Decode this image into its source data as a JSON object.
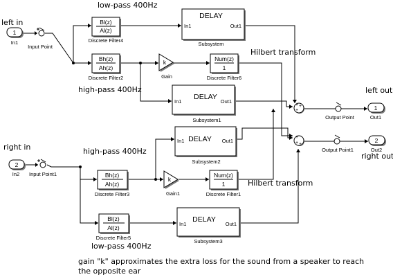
{
  "inports": [
    {
      "num": "1",
      "label": "In1"
    },
    {
      "num": "2",
      "label": "In2"
    }
  ],
  "outports": [
    {
      "num": "1",
      "label": "Out1"
    },
    {
      "num": "2",
      "label": "Out2"
    }
  ],
  "points": {
    "input_point": "Input Point",
    "input_point1": "Input Point1",
    "output_point": "Output Point",
    "output_point1": "Output Point1"
  },
  "filters": {
    "df4": {
      "num": "Bl(z)",
      "den": "Al(z)",
      "label": "Discrete Filter4"
    },
    "df2": {
      "num": "Bh(z)",
      "den": "Ah(z)",
      "label": "Discrete Filter2"
    },
    "df6": {
      "num": "Num(z)",
      "den": "1",
      "label": "Discrete Filter6"
    },
    "df3": {
      "num": "Bh(z)",
      "den": "Ah(z)",
      "label": "Discrete Filter3"
    },
    "df1": {
      "num": "Num(z)",
      "den": "1",
      "label": "Discrete Filter1"
    },
    "df5": {
      "num": "Bl(z)",
      "den": "Al(z)",
      "label": "Discrete Filter5"
    }
  },
  "gains": {
    "gain": {
      "k": "k",
      "label": "Gain"
    },
    "gain1": {
      "k": "k",
      "label": "Gain1"
    }
  },
  "subsystems": {
    "sub": {
      "title": "DELAY",
      "in": "In1",
      "out": "Out1",
      "label": "Subsystem"
    },
    "sub1": {
      "title": "DELAY",
      "in": "In1",
      "out": "Out1",
      "label": "Subsystem1"
    },
    "sub2": {
      "title": "DELAY",
      "in": "In1",
      "out": "Out1",
      "label": "Subsystem2"
    },
    "sub3": {
      "title": "DELAY",
      "in": "In1",
      "out": "Out1",
      "label": "Subsystem3"
    }
  },
  "annotations": {
    "left_in": "left in",
    "right_in": "right in",
    "left_out": "left out",
    "right_out": "right out",
    "lowpass_top": "low-pass 400Hz",
    "highpass_top": "high-pass 400Hz",
    "hilbert_top": "Hilbert transform",
    "highpass_bottom": "high-pass 400Hz",
    "hilbert_bottom": "Hilbert transform",
    "lowpass_bottom": "low-pass 400Hz",
    "note_line1": "gain \"k\" approximates the extra loss for the sound from a speaker  to reach",
    "note_line2": "the opposite ear"
  },
  "sum_signs": [
    "+",
    "+",
    "+",
    "+",
    "+",
    "+"
  ]
}
